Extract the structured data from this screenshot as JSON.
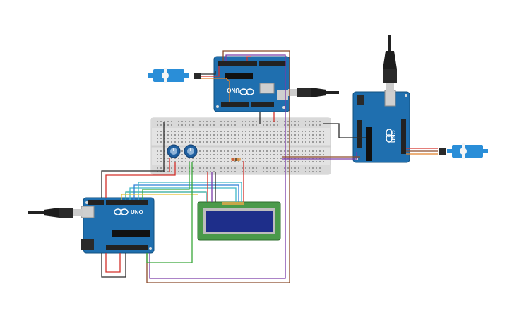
{
  "diagram": {
    "boards": [
      {
        "id": "uno-top",
        "brand": "UNO"
      },
      {
        "id": "uno-right",
        "brand": "UNO"
      },
      {
        "id": "uno-bottom-left",
        "brand": "UNO"
      }
    ],
    "components": [
      "breadboard",
      "potentiometer-left",
      "potentiometer-right",
      "resistor",
      "lcd-16x2",
      "servo-top",
      "servo-right",
      "usb-plug-top",
      "usb-plug-right",
      "usb-plug-left"
    ],
    "wire_colors": {
      "black": "#2b2b2b",
      "red": "#d3302a",
      "orange": "#e0802a",
      "brown": "#8b4a2a",
      "purple": "#7a3aa8",
      "green": "#3aa83a",
      "blue": "#2f7fd8",
      "cyan": "#40b8c8",
      "teal": "#2aa89a",
      "yellow": "#e8c030"
    },
    "board_color": "#1f6faf",
    "lcd_screen_color": "#1e2e8a",
    "lcd_pcb_color": "#4a9a4a",
    "breadboard_color": "#e3e3e3"
  }
}
